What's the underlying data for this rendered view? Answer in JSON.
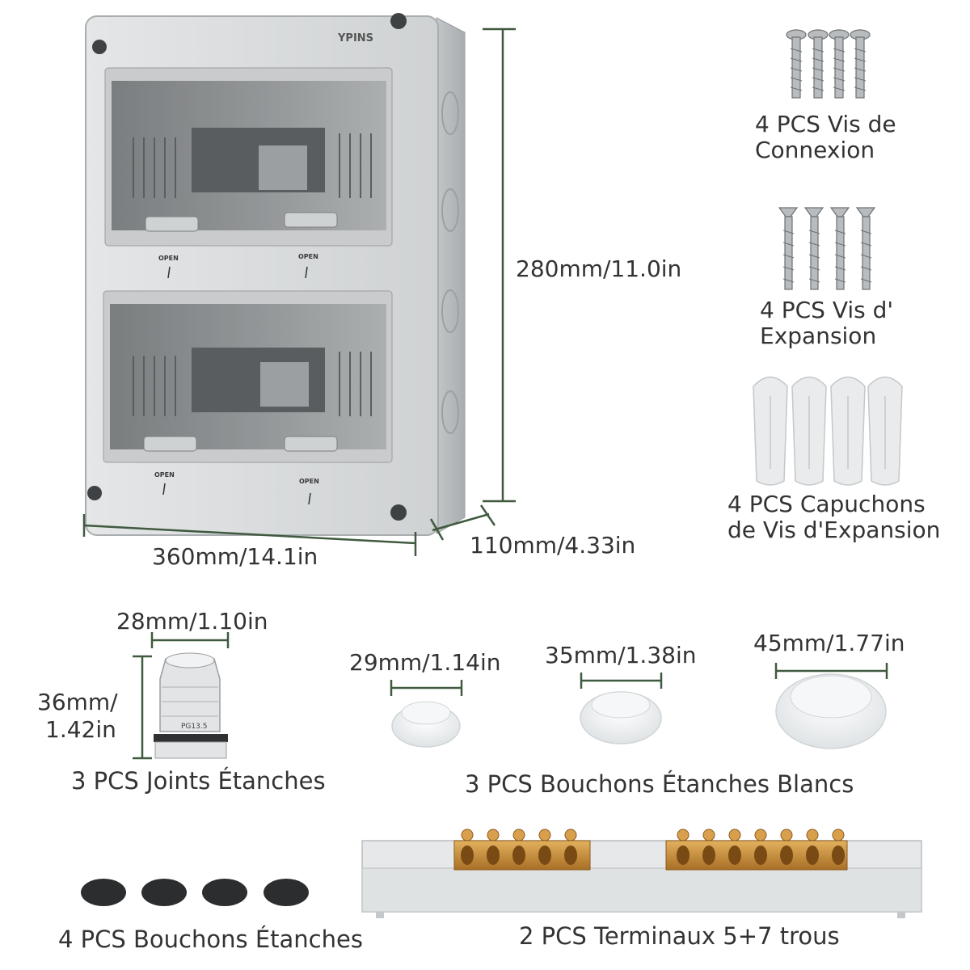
{
  "box": {
    "brand": "YPINS",
    "open_label": "OPEN"
  },
  "dimensions": {
    "height": "280mm/11.0in",
    "width": "360mm/14.1in",
    "depth": "110mm/4.33in"
  },
  "accessories": {
    "connection_screws": {
      "line1": "4 PCS Vis de",
      "line2": "Connexion"
    },
    "expansion_screws": {
      "line1": "4 PCS Vis d'",
      "line2": "Expansion"
    },
    "anchors": {
      "line1": "4 PCS Capuchons",
      "line2": "de Vis d'Expansion"
    },
    "cable_gland": {
      "width": "28mm/1.10in",
      "height_line1": "36mm/",
      "height_line2": "1.42in",
      "marking": "PG13.5",
      "caption": "3 PCS Joints Étanches"
    },
    "white_plugs": {
      "small": "29mm/1.14in",
      "medium": "35mm/1.38in",
      "large": "45mm/1.77in",
      "caption": "3 PCS Bouchons Étanches Blancs"
    },
    "black_plugs": {
      "caption": "4 PCS Bouchons Étanches"
    },
    "terminals": {
      "caption": "2 PCS Terminaux 5+7 trous"
    }
  },
  "colors": {
    "dimension_line": "#3f5a3f",
    "box_gray": "#d9dbdc",
    "brass": "#c9903e"
  }
}
